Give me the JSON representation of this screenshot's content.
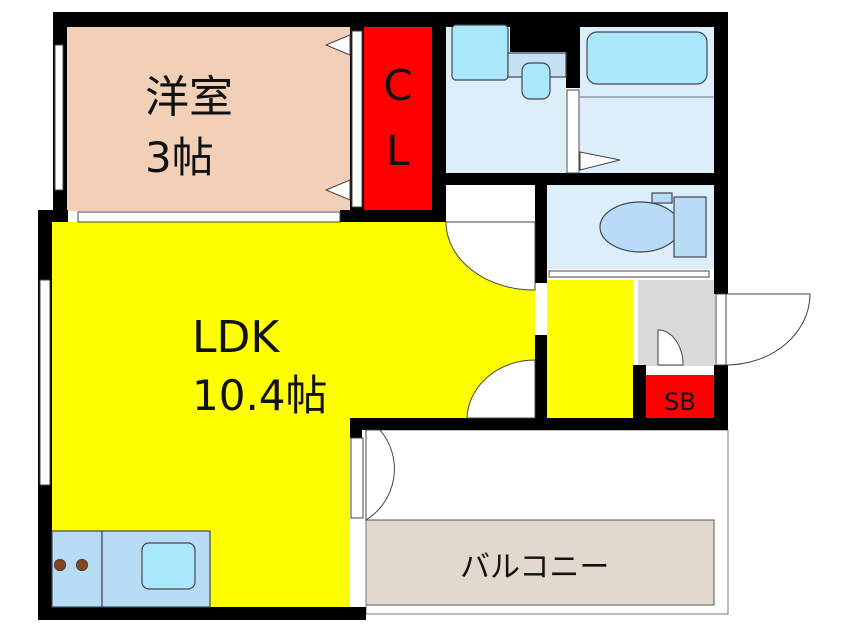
{
  "rooms": {
    "western": {
      "name": "洋室",
      "size": "3帖",
      "color": "#f2d0b8"
    },
    "closet": {
      "label_c": "C",
      "label_l": "L",
      "color": "#ff0000"
    },
    "ldk": {
      "name": "LDK",
      "size": "10.4帖",
      "color": "#ffff00"
    },
    "shoe_box": {
      "label": "SB",
      "color": "#ff0000"
    },
    "balcony": {
      "name": "バルコニー",
      "color": "#e2d8ce"
    },
    "wet_area_color": "#dceefa",
    "fixture_color": "#a8e8fa",
    "entrance_color": "#d9d9d9"
  }
}
